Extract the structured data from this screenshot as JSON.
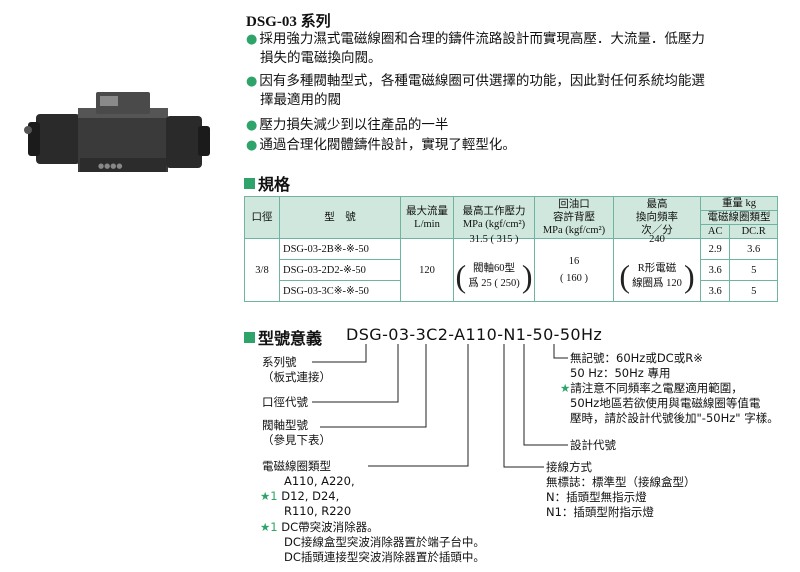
{
  "header": {
    "title": "DSG-03 系列",
    "bullets": [
      {
        "line1": "採用強力濕式電磁線圈和合理的鑄件流路設計而實現高壓．大流量．低壓力",
        "line2": "損失的電磁換向閥。"
      },
      {
        "line1": "因有多種閥軸型式，各種電磁線圈可供選擇的功能，因此對任何系統均能選",
        "line2": "擇最適用的閥"
      },
      {
        "line1": "壓力損失減少到以往產品的一半",
        "line2": ""
      },
      {
        "line1": "通過合理化閥體鑄件設計，實現了輕型化。",
        "line2": ""
      }
    ]
  },
  "spec": {
    "heading": "規格",
    "headers": {
      "size": "口徑",
      "model": "型　號",
      "flow": "最大流量",
      "flow_unit": "L/min",
      "pressure": "最高工作壓力",
      "pressure_unit": "MPa (kgf/cm²)",
      "back": "回油口",
      "back2": "容許背壓",
      "back_unit": "MPa (kgf/cm²)",
      "freq": "最高",
      "freq2": "換向頻率",
      "freq_unit": "次／分",
      "weight": "重量 kg",
      "coil_type": "電磁線圈類型",
      "ac": "AC",
      "dcr": "DC.R"
    },
    "size": "3/8",
    "flow": "120",
    "pressure_l1": "31.5 ( 315 )",
    "pressure_l2": "閥軸60型",
    "pressure_l3": "爲 25 ( 250)",
    "back_l1": "16",
    "back_l2": "( 160 )",
    "freq_l1": "240",
    "freq_l2": "R形電磁",
    "freq_l3": "線圈爲 120",
    "rows": [
      {
        "model": "DSG-03-2B※-※-50",
        "ac": "2.9",
        "dcr": "3.6"
      },
      {
        "model": "DSG-03-2D2-※-50",
        "ac": "3.6",
        "dcr": "5"
      },
      {
        "model": "DSG-03-3C※-※-50",
        "ac": "3.6",
        "dcr": "5"
      }
    ]
  },
  "model_code": {
    "heading": "型號意義",
    "code": "DSG-03-3C2-A110-N1-50-50Hz",
    "series_label": "系列號",
    "series_note": "（板式連接）",
    "size_label": "口徑代號",
    "spool_label": "閥軸型號",
    "spool_note": "（參見下表）",
    "coil_label": "電磁線圈類型",
    "coil_l1": "A110, A220,",
    "coil_star": "★1",
    "coil_l2": "D12, D24,",
    "coil_l3": "R110, R220",
    "dc_star": "★1",
    "dc_l1": "DC帶突波消除器。",
    "dc_l2": "DC接線盒型突波消除器置於端子台中。",
    "dc_l3": "DC插頭連接型突波消除器置於插頭中。",
    "freq_l1": "無記號：60Hz或DC或R※",
    "freq_l2": "50 Hz：50Hz 專用",
    "freq_star": "★",
    "freq_l3": "請注意不同頻率之電壓適用範圍，",
    "freq_l4": "50Hz地區若欲使用與電磁線圈等值電",
    "freq_l5": "壓時，請於設計代號後加\"-50Hz\" 字樣。",
    "design_label": "設計代號",
    "wiring_label": "接線方式",
    "wiring_l1": "無標誌：標準型（接線盒型）",
    "wiring_l2": "N：插頭型無指示燈",
    "wiring_l3": "N1：插頭型附指示燈"
  },
  "colors": {
    "accent": "#2ea36a",
    "table_header": "#cfe7dc",
    "table_border": "#6fb4a0"
  }
}
